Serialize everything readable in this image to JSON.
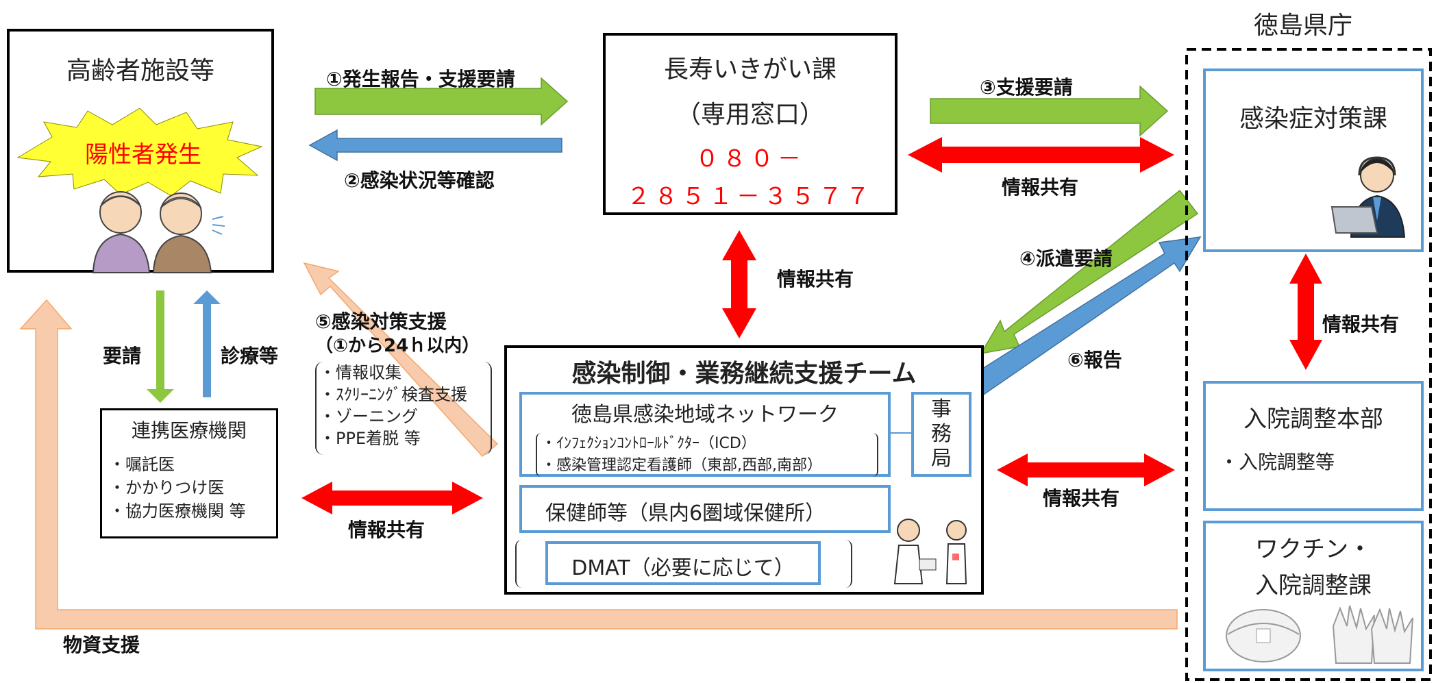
{
  "prefecture_label": "徳島県庁",
  "facility": {
    "title": "高齢者施設等",
    "burst_text": "陽性者発生"
  },
  "choju": {
    "title": "長寿いきがい課",
    "subtitle": "（専用窓口）",
    "phone_line1": "０８０－",
    "phone_line2": "２８５１－３５７７"
  },
  "kansen_taisaku": {
    "title": "感染症対策課"
  },
  "nyuin_honbu": {
    "title": "入院調整本部",
    "item": "・入院調整等"
  },
  "vaccine": {
    "line1": "ワクチン・",
    "line2": "入院調整課"
  },
  "renkei": {
    "title": "連携医療機関",
    "items": [
      "・嘱託医",
      "・かかりつけ医",
      "・協力医療機関 等"
    ]
  },
  "team": {
    "title": "感染制御・業務継続支援チーム",
    "network_title": "徳島県感染地域ネットワーク",
    "network_items": [
      "・ｲﾝﾌｪｸｼｮﾝｺﾝﾄﾛｰﾙﾄﾞｸﾀｰ（ICD）",
      "・感染管理認定看護師（東部,西部,南部）"
    ],
    "jimukyoku": [
      "事",
      "務",
      "局"
    ],
    "hokenshi": "保健師等（県内6圏域保健所）",
    "dmat": "DMAT（必要に応じて）"
  },
  "support5": {
    "title": "⑤感染対策支援",
    "sub": "（①から24ｈ以内）",
    "items": [
      "・情報収集",
      "・ｽｸﾘｰﾆﾝｸﾞ検査支援",
      "・ゾーニング",
      "・PPE着脱 等"
    ]
  },
  "arrows": {
    "a1": "①発生報告・支援要請",
    "a2": "②感染状況等確認",
    "a3": "③支援要請",
    "a4": "④派遣要請",
    "a6": "⑥報告",
    "share": "情報共有",
    "youkou": "要請",
    "shinryo": "診療等",
    "busshi": "物資支援"
  },
  "colors": {
    "green": "#8dc63f",
    "blue": "#5b9bd5",
    "red": "#ff0000",
    "peach": "#f8cbad",
    "burst": "#ffff33"
  }
}
